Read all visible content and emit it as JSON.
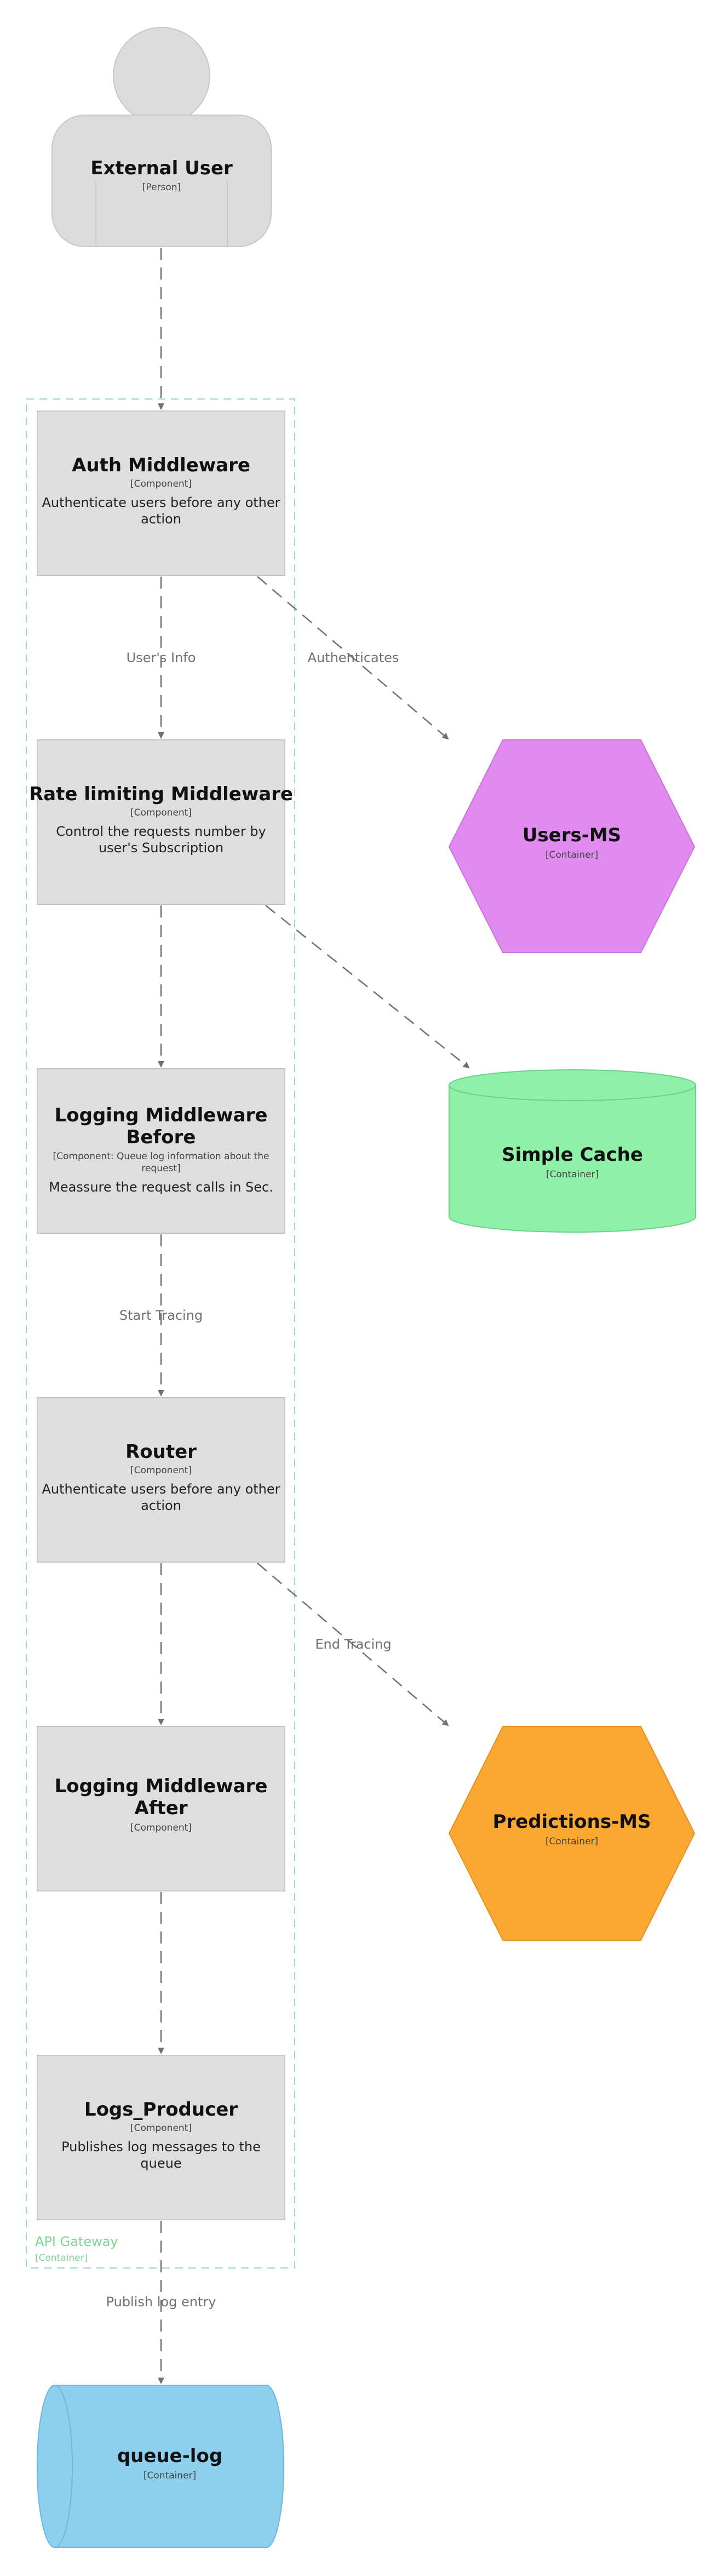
{
  "colors": {
    "component_fill": "#dedede",
    "component_stroke": "#c6c6c6",
    "person_fill": "#dcdcdc",
    "users_ms": "#df8bf0",
    "simple_cache": "#8ff0a8",
    "predictions_ms": "#fba832",
    "queue_log": "#8dd0ee",
    "boundary": "#9fd4d9",
    "arrow": "#707070"
  },
  "person": {
    "name": "External User",
    "tag": "[Person]",
    "icon": "person-icon"
  },
  "boundary": {
    "label": "API Gateway",
    "tag": "[Container]"
  },
  "components": [
    {
      "name": "Auth Middleware",
      "tag": "[Component]",
      "desc": [
        "Authenticate users before any other",
        "action"
      ]
    },
    {
      "name": "Rate limiting Middleware",
      "tag": "[Component]",
      "desc": [
        "Control the requests number by",
        "user's Subscription"
      ]
    },
    {
      "name": [
        "Logging Middleware",
        "Before"
      ],
      "tag": [
        "[Component: Queue log information about the",
        "request]"
      ],
      "desc": [
        "Meassure the request calls in Sec."
      ]
    },
    {
      "name": "Router",
      "tag": "[Component]",
      "desc": [
        "Authenticate users before any other",
        "action"
      ]
    },
    {
      "name": [
        "Logging Middleware",
        "After"
      ],
      "tag": "[Component]",
      "desc": []
    },
    {
      "name": "Logs_Producer",
      "tag": "[Component]",
      "desc": [
        "Publishes log messages to the",
        "queue"
      ]
    }
  ],
  "containers": {
    "users_ms": {
      "name": "Users-MS",
      "tag": "[Container]",
      "shape": "hexagon"
    },
    "simple_cache": {
      "name": "Simple Cache",
      "tag": "[Container]",
      "shape": "cylinder"
    },
    "predictions_ms": {
      "name": "Predictions-MS",
      "tag": "[Container]",
      "shape": "hexagon"
    },
    "queue_log": {
      "name": "queue-log",
      "tag": "[Container]",
      "shape": "horizontal-cylinder"
    }
  },
  "edges": {
    "user_to_auth": "",
    "auth_to_rate": "User's Info",
    "auth_to_users": "Authenticates",
    "rate_to_logbefore": "",
    "rate_to_cache": "",
    "logbefore_to_router": "Start Tracing",
    "router_to_logafter": "",
    "router_to_predictions": "End Tracing",
    "logafter_to_producer": "",
    "producer_to_queue": "Publish log entry"
  }
}
